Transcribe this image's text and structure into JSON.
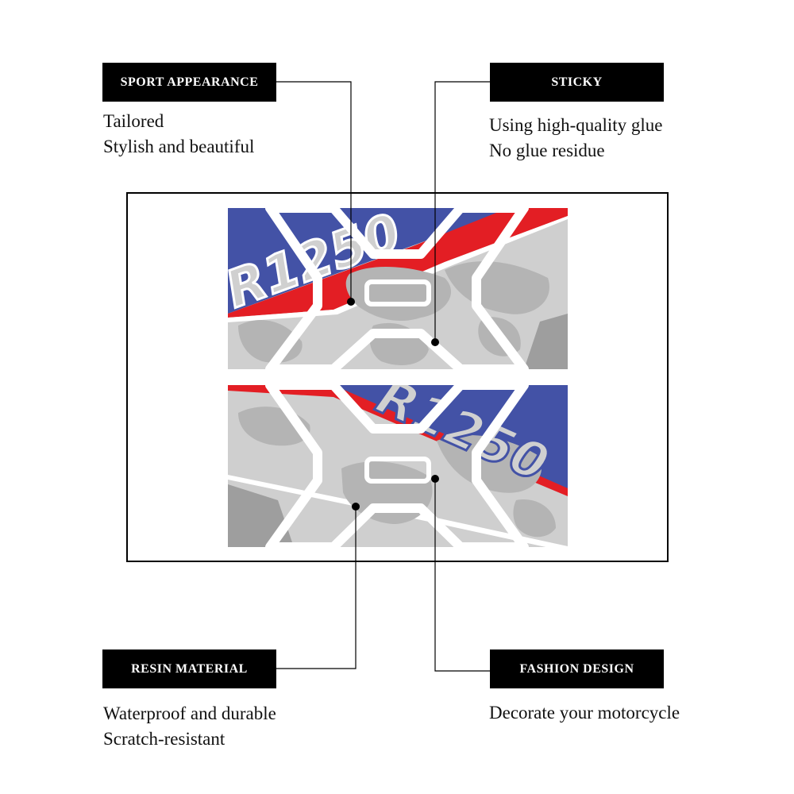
{
  "callouts": {
    "sport": {
      "title": "SPORT APPEARANCE",
      "lines": [
        "Tailored",
        "Stylish and beautiful"
      ]
    },
    "sticky": {
      "title": "STICKY",
      "lines": [
        "Using high-quality glue",
        "No glue residue"
      ]
    },
    "resin": {
      "title": "RESIN MATERIAL",
      "lines": [
        "Waterproof and durable",
        "Scratch-resistant"
      ]
    },
    "fashion": {
      "title": "FASHION DESIGN",
      "lines": [
        "Decorate your motorcycle"
      ]
    }
  },
  "product": {
    "model_label": "R1250",
    "colors": {
      "blue": "#4352a6",
      "red": "#e31e24",
      "gray": "#c9c9c9",
      "dark_gray": "#9e9e9e",
      "frame": "#ffffff"
    }
  }
}
